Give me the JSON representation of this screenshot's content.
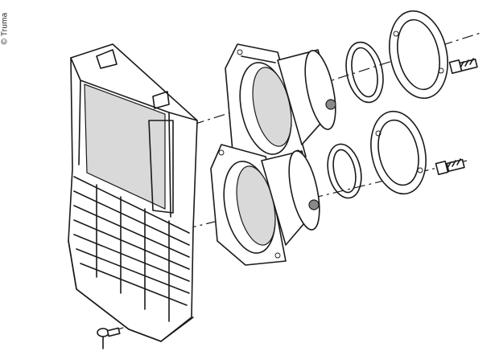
{
  "credit": "© Truma",
  "drawing": {
    "type": "exploded-parts-diagram",
    "parts": [
      "grille-cover",
      "frame-flange-top",
      "frame-flange-bottom",
      "retaining-ring-top",
      "retaining-ring-bottom",
      "outer-ring-top",
      "outer-ring-bottom",
      "screw-top",
      "screw-bottom",
      "screw-base"
    ]
  }
}
